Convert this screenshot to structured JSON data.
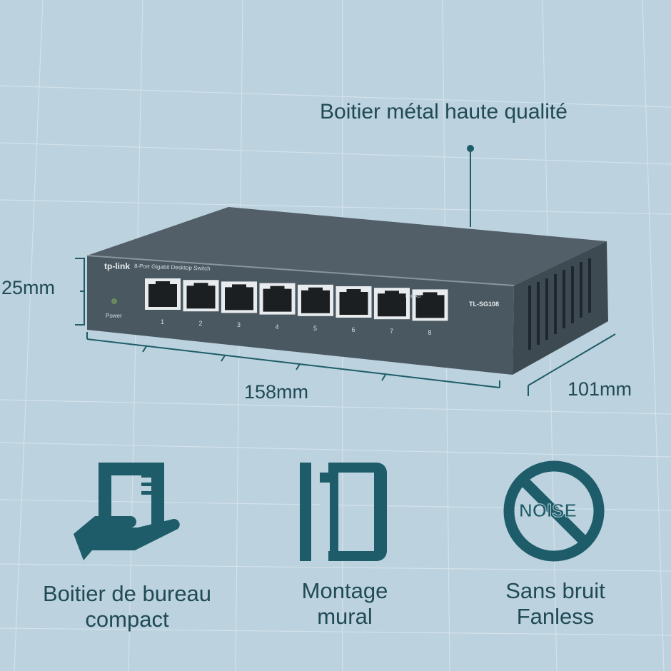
{
  "callout": "Boitier métal haute qualité",
  "dimensions": {
    "height": "25mm",
    "width": "158mm",
    "depth": "101mm"
  },
  "device": {
    "brand": "tp-link",
    "description": "8-Port Gigabit Desktop Switch",
    "model": "TL-SG108",
    "power_label": "Power",
    "link_label": "Link/Act",
    "ports": [
      "1",
      "2",
      "3",
      "4",
      "5",
      "6",
      "7",
      "8"
    ]
  },
  "features": [
    {
      "icon": "desktop-hand-icon",
      "line1": "Boitier de bureau",
      "line2": "compact"
    },
    {
      "icon": "wall-mount-icon",
      "line1": "Montage",
      "line2": "mural"
    },
    {
      "icon": "no-noise-icon",
      "line1": "Sans bruit",
      "line2": "Fanless",
      "icon_text": "NOISE"
    }
  ],
  "colors": {
    "background": "#bcd2de",
    "accent": "#1d5c68",
    "text": "#1f4a56",
    "device": "#4b5a63"
  }
}
